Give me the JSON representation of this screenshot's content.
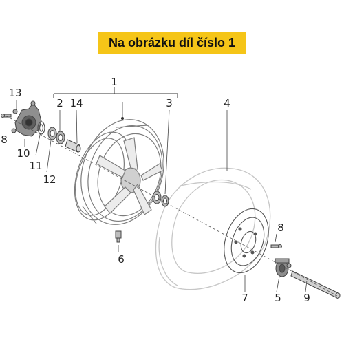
{
  "banner": {
    "text": "Na obrázku díl číslo 1",
    "background": "#f5c518"
  },
  "callouts": [
    {
      "id": "1"
    },
    {
      "id": "2"
    },
    {
      "id": "14"
    },
    {
      "id": "3"
    },
    {
      "id": "4"
    },
    {
      "id": "13"
    },
    {
      "id": "8"
    },
    {
      "id": "10"
    },
    {
      "id": "11"
    },
    {
      "id": "12"
    },
    {
      "id": "6"
    },
    {
      "id": "8"
    },
    {
      "id": "7"
    },
    {
      "id": "5"
    },
    {
      "id": "9"
    }
  ],
  "colors": {
    "line": "#333333",
    "part": "#8a8a8a",
    "tire": "#c8c8c8"
  }
}
